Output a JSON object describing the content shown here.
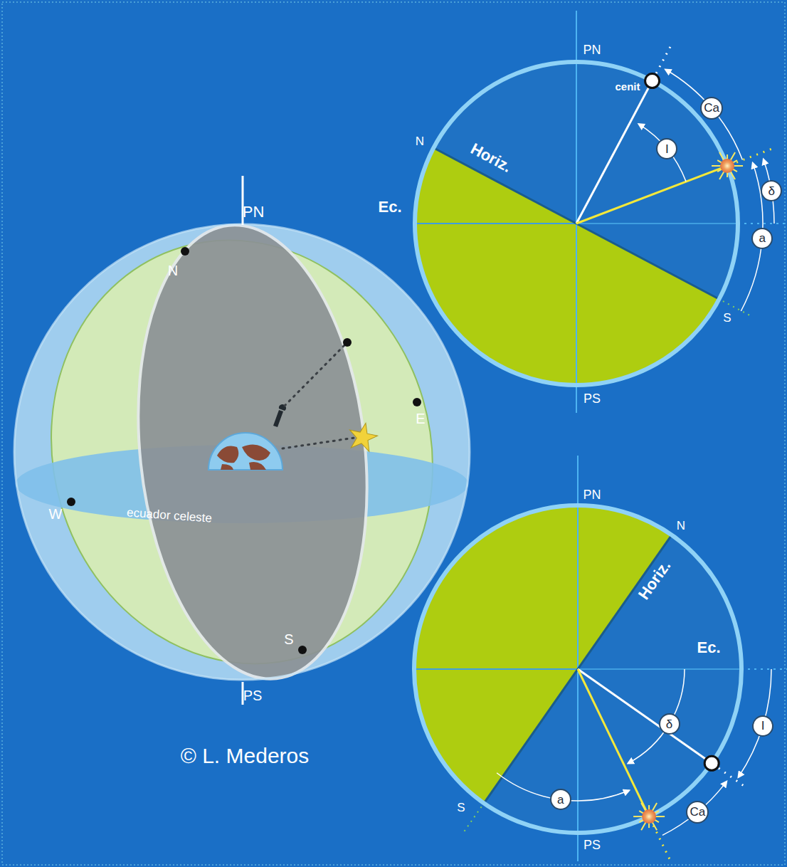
{
  "diagram": {
    "nodes": [
      {
        "text": [
          "Ca"
        ]
      },
      {
        "text": [
          "I"
        ]
      },
      {
        "text": [
          "δ"
        ]
      },
      {
        "text": [
          "a"
        ]
      },
      {
        "text": [
          "δ"
        ]
      },
      {
        "text": [
          "I"
        ]
      },
      {
        "text": [
          "a"
        ]
      },
      {
        "text": [
          "Ca"
        ]
      }
    ],
    "labels": [
      "PN",
      "N",
      "E",
      "W",
      "ecuador celeste",
      "S",
      "PS",
      "© L. Mederos",
      "PN",
      "cenit",
      "N",
      "Horiz.",
      "Ec.",
      "S",
      "PS",
      "PN",
      "N",
      "Horiz.",
      "Ec.",
      "S",
      "PS"
    ]
  }
}
